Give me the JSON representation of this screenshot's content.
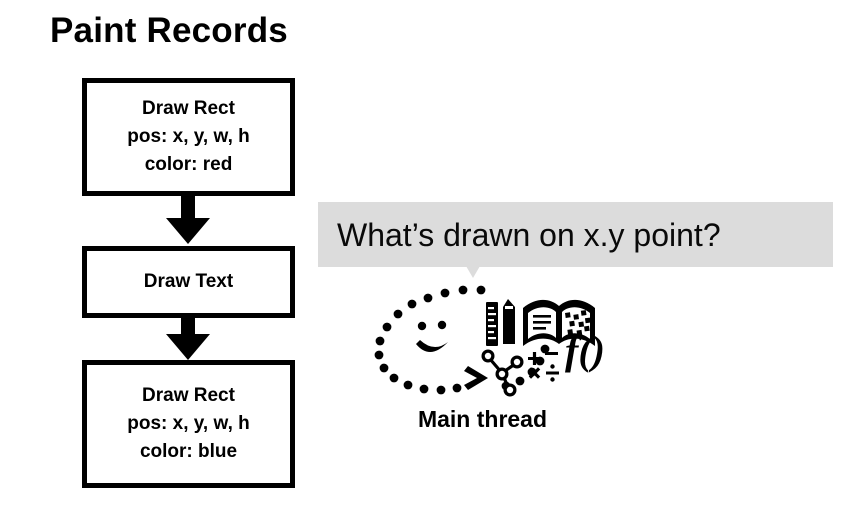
{
  "slide": {
    "title": "Paint Records",
    "background_color": "#ffffff",
    "text_color": "#000000"
  },
  "flow": {
    "boxes": [
      {
        "id": "draw-rect-red",
        "lines": [
          "Draw Rect",
          "pos: x, y, w, h",
          "color: red"
        ]
      },
      {
        "id": "draw-text",
        "lines": [
          "Draw Text"
        ]
      },
      {
        "id": "draw-rect-blue",
        "lines": [
          "Draw Rect",
          "pos: x, y, w, h",
          "color: blue"
        ]
      }
    ],
    "arrows": [
      {
        "id": "arrow-1",
        "direction": "down"
      },
      {
        "id": "arrow-2",
        "direction": "down"
      }
    ]
  },
  "callout": {
    "question": "What’s drawn on x.y point?",
    "background_color": "#dcdcdc",
    "tail_direction": "down"
  },
  "main_thread": {
    "label": "Main thread",
    "illustration_icons": [
      "smiley-face-icon",
      "dotted-loop-icon",
      "chevron-arrow-icon",
      "ruler-icon",
      "pencil-icon",
      "open-book-icon",
      "tree-graph-icon",
      "math-symbols-icon",
      "function-notation-icon"
    ],
    "math_symbols": [
      "+",
      "−",
      "×",
      "÷"
    ],
    "function_notation": "f()"
  }
}
